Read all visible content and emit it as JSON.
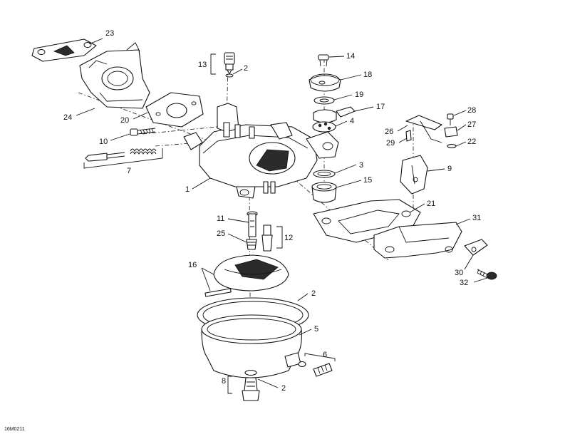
{
  "diagram": {
    "drawing_ref": "16M0211",
    "callouts": {
      "c1": "1",
      "c2a": "2",
      "c2b": "2",
      "c2c": "2",
      "c3": "3",
      "c4": "4",
      "c5": "5",
      "c6": "6",
      "c7": "7",
      "c8": "8",
      "c9": "9",
      "c10": "10",
      "c11": "11",
      "c12": "12",
      "c13": "13",
      "c14": "14",
      "c15": "15",
      "c16": "16",
      "c17": "17",
      "c18": "18",
      "c19": "19",
      "c20": "20",
      "c21": "21",
      "c22": "22",
      "c23": "23",
      "c24": "24",
      "c25": "25",
      "c26": "26",
      "c27": "27",
      "c28": "28",
      "c29": "29",
      "c30": "30",
      "c31": "31",
      "c32": "32"
    },
    "colors": {
      "ink": "#111111",
      "paper": "#ffffff"
    }
  }
}
